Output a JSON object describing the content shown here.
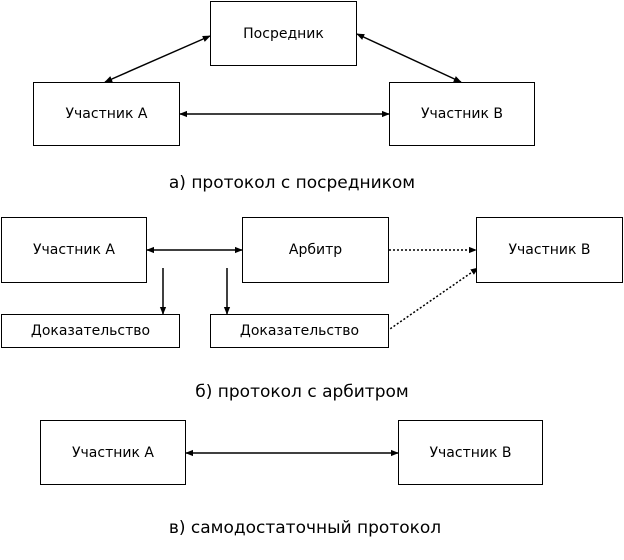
{
  "diagram_a": {
    "mediator": "Посредник",
    "participant_a": "Участник А",
    "participant_b": "Участник В",
    "caption": "а) протокол с посредником"
  },
  "diagram_b": {
    "participant_a": "Участник А",
    "arbiter": "Арбитр",
    "participant_b": "Участник В",
    "evidence_left": "Доказательство",
    "evidence_right": "Доказательство",
    "caption": "б) протокол с арбитром"
  },
  "diagram_c": {
    "participant_a": "Участник А",
    "participant_b": "Участник В",
    "caption": "в) самодостаточный протокол"
  }
}
